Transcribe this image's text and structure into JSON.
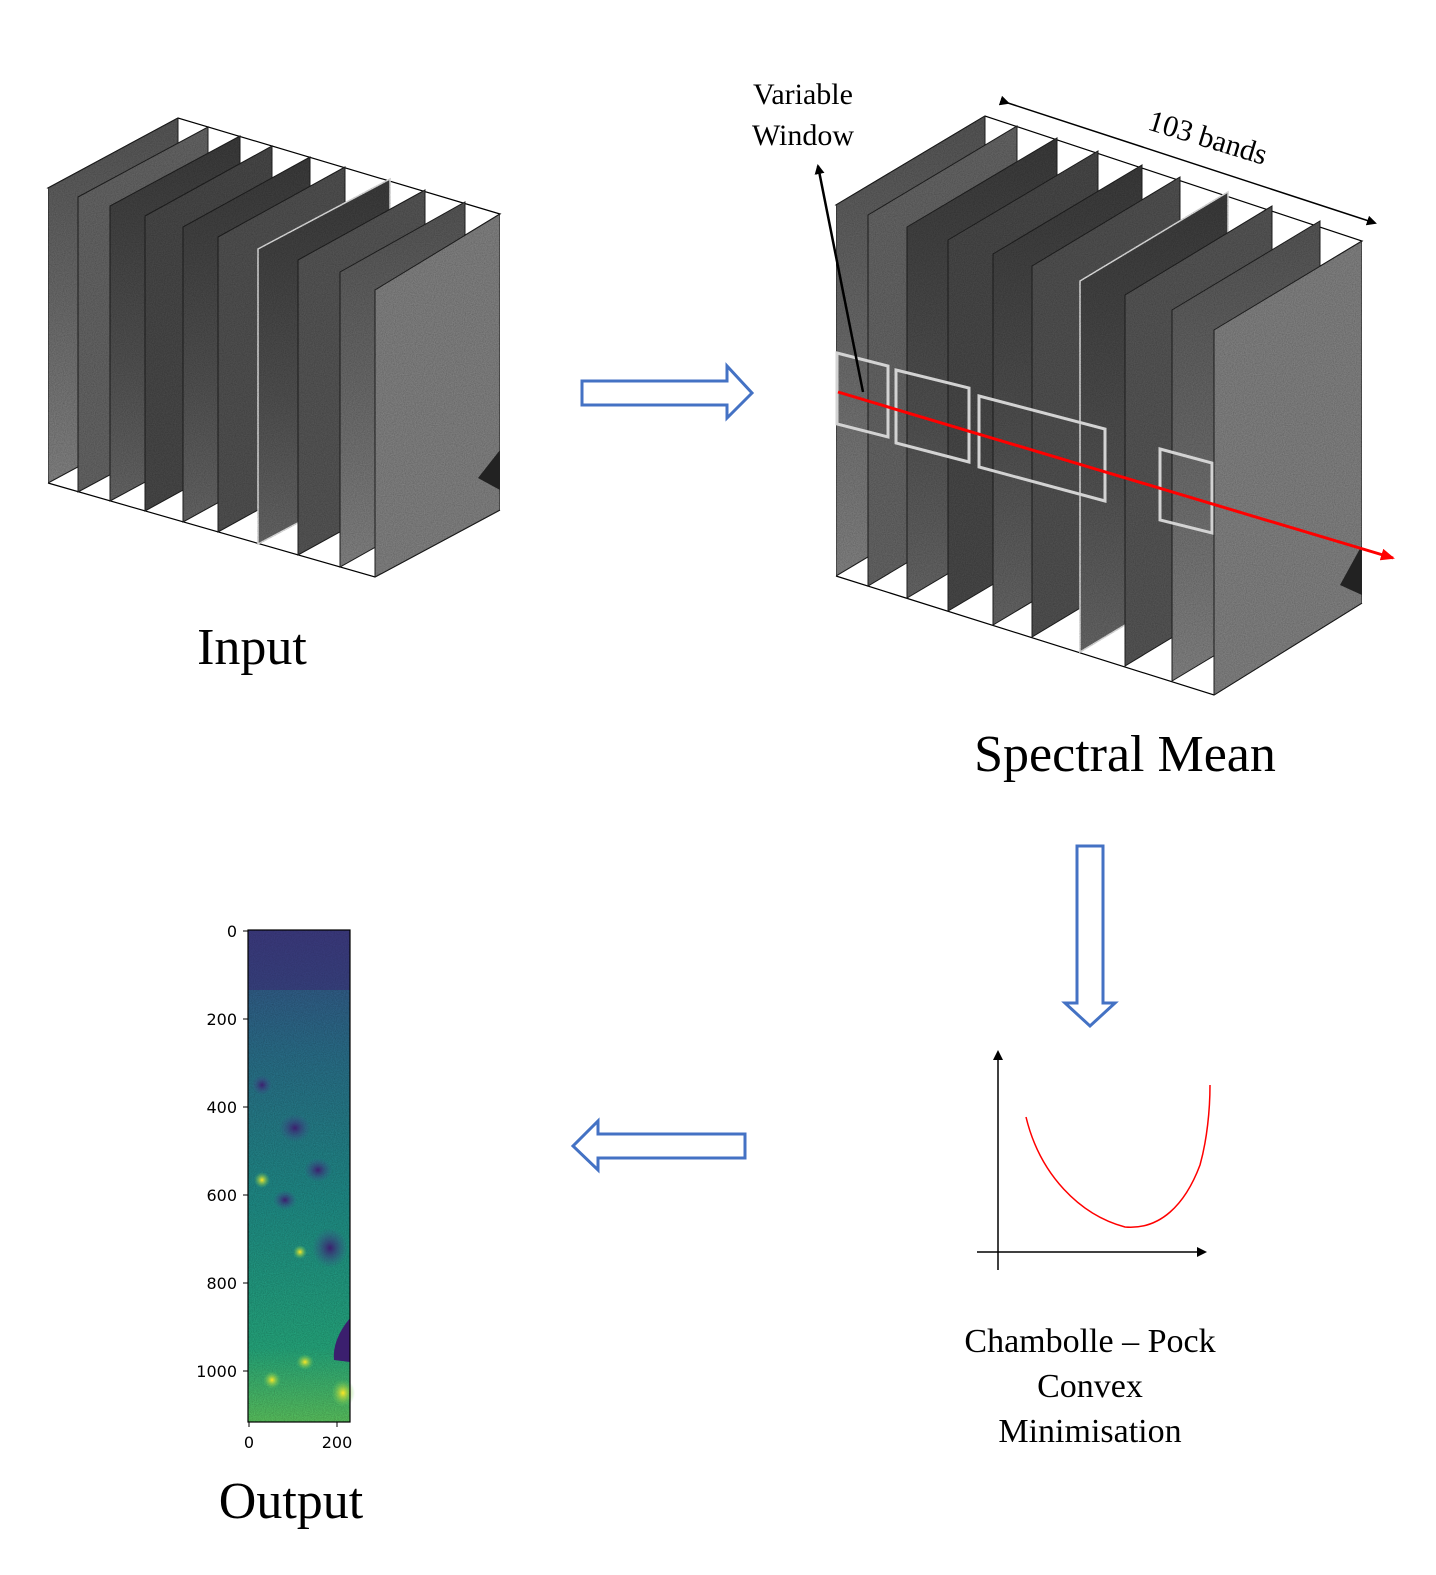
{
  "diagram": {
    "input_label": "Input",
    "spectral_mean_label": "Spectral Mean",
    "variable_window_line1": "Variable",
    "variable_window_line2": "Window",
    "bands_label": "103 bands",
    "minimisation_line1": "Chambolle – Pock",
    "minimisation_line2": "Convex",
    "minimisation_line3": "Minimisation",
    "output_label": "Output",
    "arrow_color": "#4472C4",
    "scan_line_color": "#FF0000",
    "curve_color": "#FF0000",
    "window_box_color": "#D3D3D3"
  },
  "output_plot": {
    "y_ticks": [
      "0",
      "200",
      "400",
      "600",
      "800",
      "1000"
    ],
    "x_ticks": [
      "0",
      "200"
    ],
    "colormap": "viridis"
  }
}
